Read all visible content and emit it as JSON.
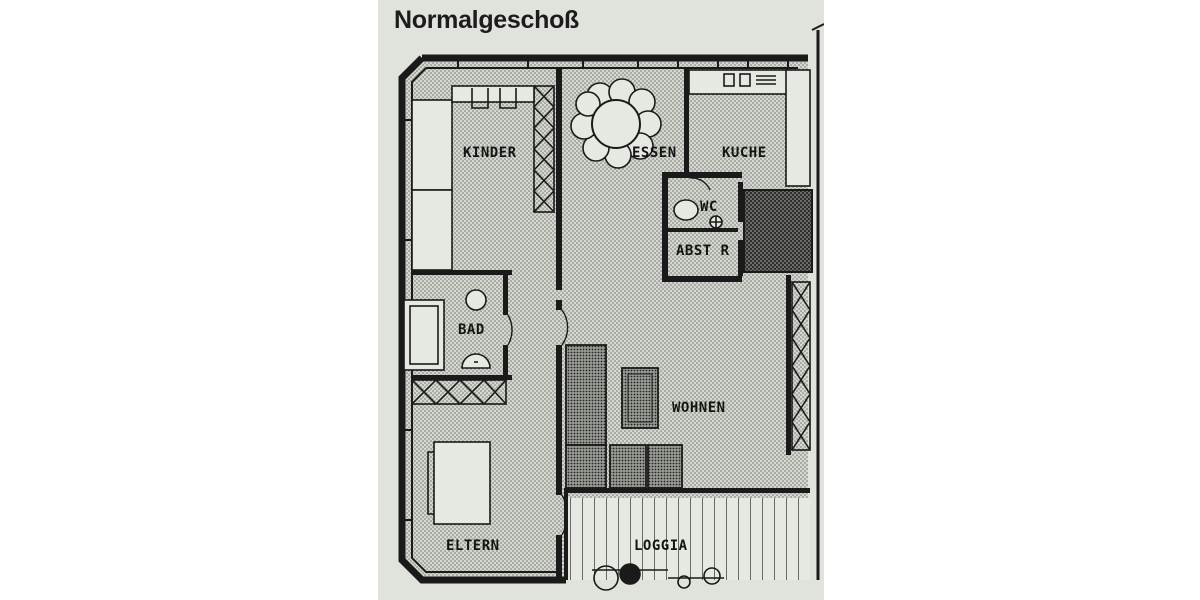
{
  "title": "Normalgeschoß",
  "rooms": {
    "kinder": "KINDER",
    "essen": "ESSEN",
    "kuche": "KUCHE",
    "wc": "WC",
    "abstr": "ABST R",
    "bad": "BAD",
    "wohnen": "WOHNEN",
    "eltern": "ELTERN",
    "loggia": "LOGGIA"
  }
}
